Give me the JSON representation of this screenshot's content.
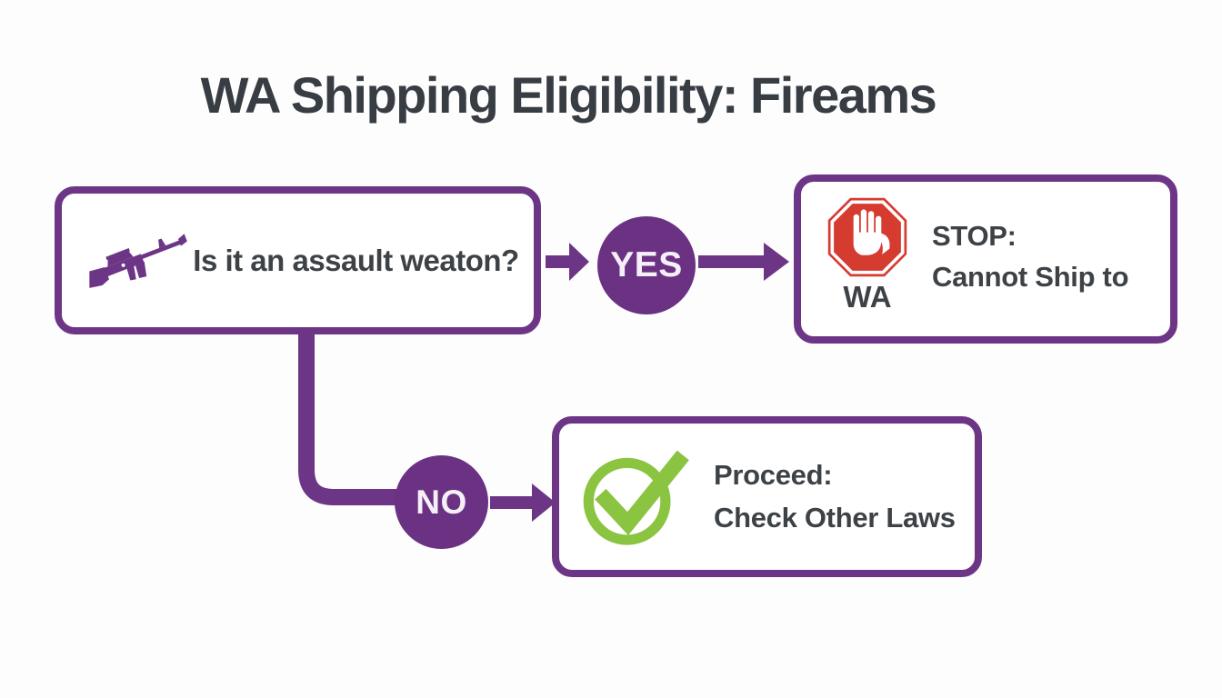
{
  "title": "WA Shipping Eligibility: Fireams",
  "colors": {
    "purple": "#6d3585",
    "circle_purple": "#6b3182",
    "text_dark": "#3d4247",
    "stop_red": "#d63b30",
    "check_green": "#8ac440",
    "background": "#fdfdfd",
    "node_label_white": "#f5f0f8"
  },
  "decision": {
    "icon": "rifle-icon",
    "question": "Is it an assault weaton?"
  },
  "yes_branch": {
    "label": "YES",
    "result": {
      "icon": "stop-hand-icon",
      "icon_caption": "WA",
      "line1": "STOP:",
      "line2": "Cannot Ship to"
    }
  },
  "no_branch": {
    "label": "NO",
    "result": {
      "icon": "check-circle-icon",
      "line1": "Proceed:",
      "line2": "Check Other Laws"
    }
  }
}
